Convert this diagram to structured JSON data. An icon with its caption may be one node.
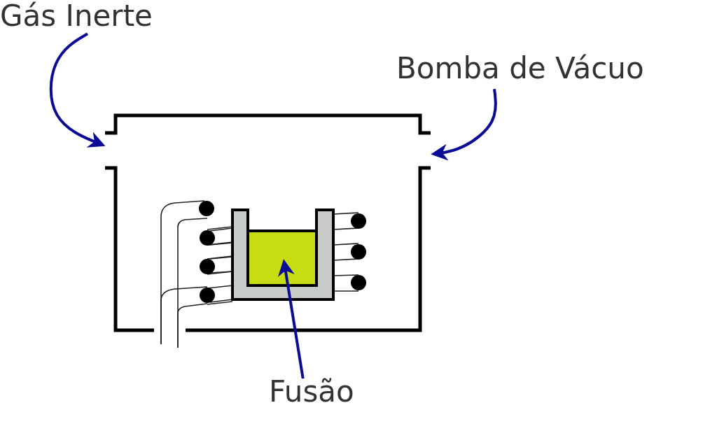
{
  "diagram": {
    "nodes": [
      {
        "text": [
          "Gás Inerte"
        ]
      },
      {
        "text": [
          "Bomba de Vácuo"
        ]
      },
      {
        "text": [
          "Fusão"
        ]
      },
      {
        "text": [],
        "shape": "box"
      }
    ],
    "edges": [
      {
        "from": 0,
        "to": null,
        "arrow": "to"
      },
      {
        "from": 1,
        "to": null,
        "arrow": "to"
      },
      {
        "from": 2,
        "to": 3,
        "arrow": "to"
      }
    ]
  }
}
